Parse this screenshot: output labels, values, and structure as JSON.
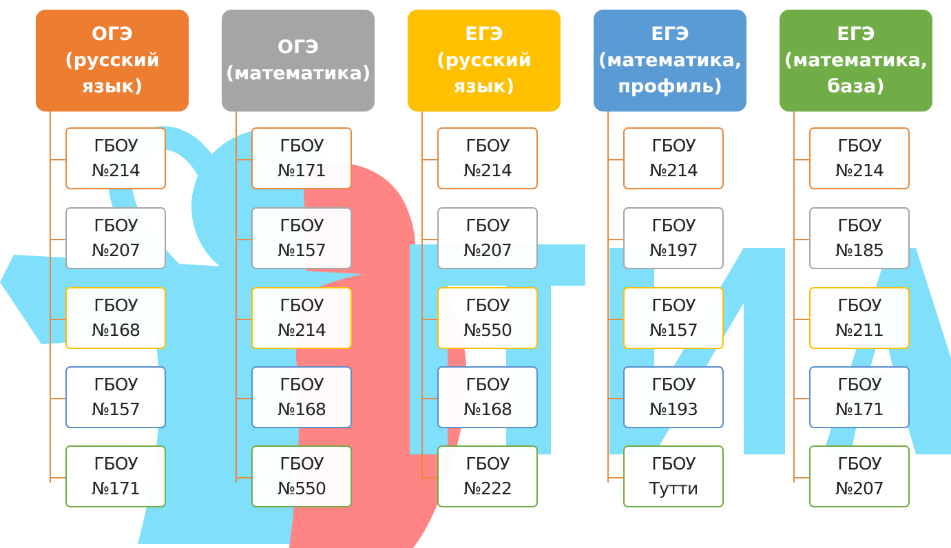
{
  "colors": {
    "orange": "#ED7D31",
    "gray": "#A5A5A5",
    "yellow": "#FFC000",
    "blue": "#5B9BD5",
    "green": "#70AD47",
    "connector": "#E98A3E",
    "watermark_blue": "#80DFFA",
    "watermark_red": "#FF8585"
  },
  "columns": [
    {
      "header_lines": [
        "ОГЭ",
        "(русский",
        "язык)"
      ],
      "header_color": "orange",
      "schools": [
        {
          "line1": "ГБОУ",
          "line2": "№214"
        },
        {
          "line1": "ГБОУ",
          "line2": "№207"
        },
        {
          "line1": "ГБОУ",
          "line2": "№168"
        },
        {
          "line1": "ГБОУ",
          "line2": "№157"
        },
        {
          "line1": "ГБОУ",
          "line2": "№171"
        }
      ]
    },
    {
      "header_lines": [
        "ОГЭ",
        "(математика)"
      ],
      "header_color": "gray",
      "schools": [
        {
          "line1": "ГБОУ",
          "line2": "№171"
        },
        {
          "line1": "ГБОУ",
          "line2": "№157"
        },
        {
          "line1": "ГБОУ",
          "line2": "№214"
        },
        {
          "line1": "ГБОУ",
          "line2": "№168"
        },
        {
          "line1": "ГБОУ",
          "line2": "№550"
        }
      ]
    },
    {
      "header_lines": [
        "ЕГЭ",
        "(русский",
        "язык)"
      ],
      "header_color": "yellow",
      "schools": [
        {
          "line1": "ГБОУ",
          "line2": "№214"
        },
        {
          "line1": "ГБОУ",
          "line2": "№207"
        },
        {
          "line1": "ГБОУ",
          "line2": "№550"
        },
        {
          "line1": "ГБОУ",
          "line2": "№168"
        },
        {
          "line1": "ГБОУ",
          "line2": "№222"
        }
      ]
    },
    {
      "header_lines": [
        "ЕГЭ",
        "(математика,",
        "профиль)"
      ],
      "header_color": "blue",
      "schools": [
        {
          "line1": "ГБОУ",
          "line2": "№214"
        },
        {
          "line1": "ГБОУ",
          "line2": "№197"
        },
        {
          "line1": "ГБОУ",
          "line2": "№157"
        },
        {
          "line1": "ГБОУ",
          "line2": "№193"
        },
        {
          "line1": "ГБОУ",
          "line2": "Тутти"
        }
      ]
    },
    {
      "header_lines": [
        "ЕГЭ",
        "(математика,",
        "база)"
      ],
      "header_color": "green",
      "schools": [
        {
          "line1": "ГБОУ",
          "line2": "№214"
        },
        {
          "line1": "ГБОУ",
          "line2": "№185"
        },
        {
          "line1": "ГБОУ",
          "line2": "№211"
        },
        {
          "line1": "ГБОУ",
          "line2": "№171"
        },
        {
          "line1": "ГБОУ",
          "line2": "№207"
        }
      ]
    }
  ],
  "box_border_order": [
    "orange",
    "gray",
    "yellow",
    "blue",
    "green"
  ]
}
